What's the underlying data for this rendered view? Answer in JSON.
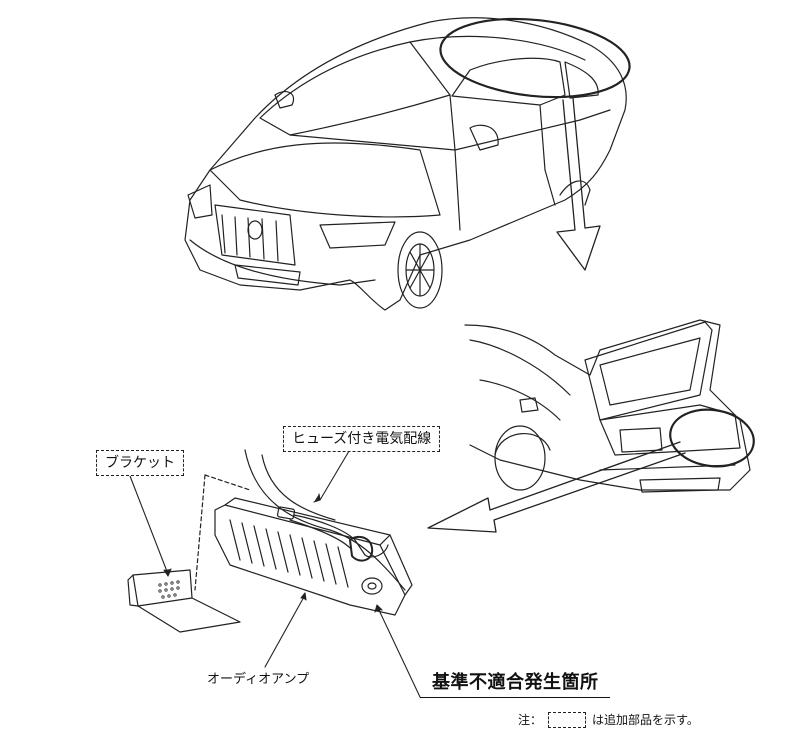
{
  "labels": {
    "fuse_wiring": "ヒューズ付き電気配線",
    "bracket": "ブラケット",
    "audio_amp": "オーディオアンプ",
    "nonconformity_location": "基準不適合発生箇所"
  },
  "note": {
    "prefix": "注：",
    "suffix": "は追加部品を示す。"
  },
  "colors": {
    "line": "#222222",
    "background": "#ffffff"
  }
}
